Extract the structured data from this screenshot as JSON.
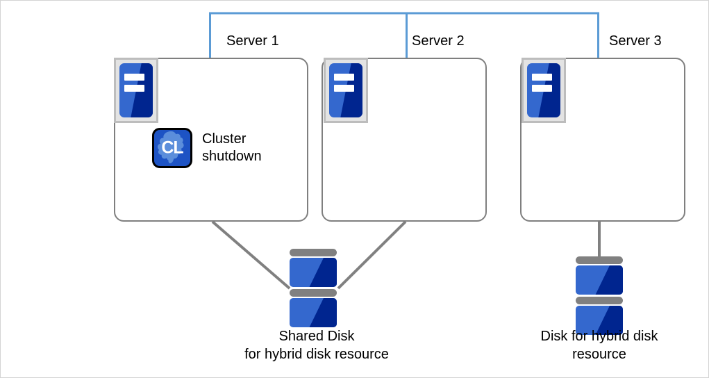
{
  "diagram": {
    "title": "Cluster shutdown with hybrid disk resources",
    "colors": {
      "network_line": "#5b9bd5",
      "connector_line": "#808080",
      "server_border": "#7f7f7f",
      "icon_blue_light": "#3468ce",
      "icon_blue_dark": "#00258f",
      "icon_frame": "#bdbdbd",
      "frame_border": "#d4d4d4"
    },
    "network": {
      "name": "interconnect-bracket"
    },
    "servers": [
      {
        "id": "server-1",
        "label": "Server 1",
        "icon": "server-icon",
        "has_cluster_item": true
      },
      {
        "id": "server-2",
        "label": "Server 2",
        "icon": "server-icon",
        "has_cluster_item": false
      },
      {
        "id": "server-3",
        "label": "Server 3",
        "icon": "server-icon",
        "has_cluster_item": false
      }
    ],
    "cluster_item": {
      "icon": "cluster-cl-icon",
      "icon_text": "CL",
      "line1": "Cluster",
      "line2": "shutdown"
    },
    "disks": [
      {
        "id": "shared-disk",
        "icon": "disk-icon",
        "caption_line1": "Shared Disk",
        "caption_line2": "for hybrid disk resource"
      },
      {
        "id": "server3-disk",
        "icon": "disk-icon",
        "caption_line1": "Disk for hybrid disk",
        "caption_line2": "resource"
      }
    ]
  }
}
